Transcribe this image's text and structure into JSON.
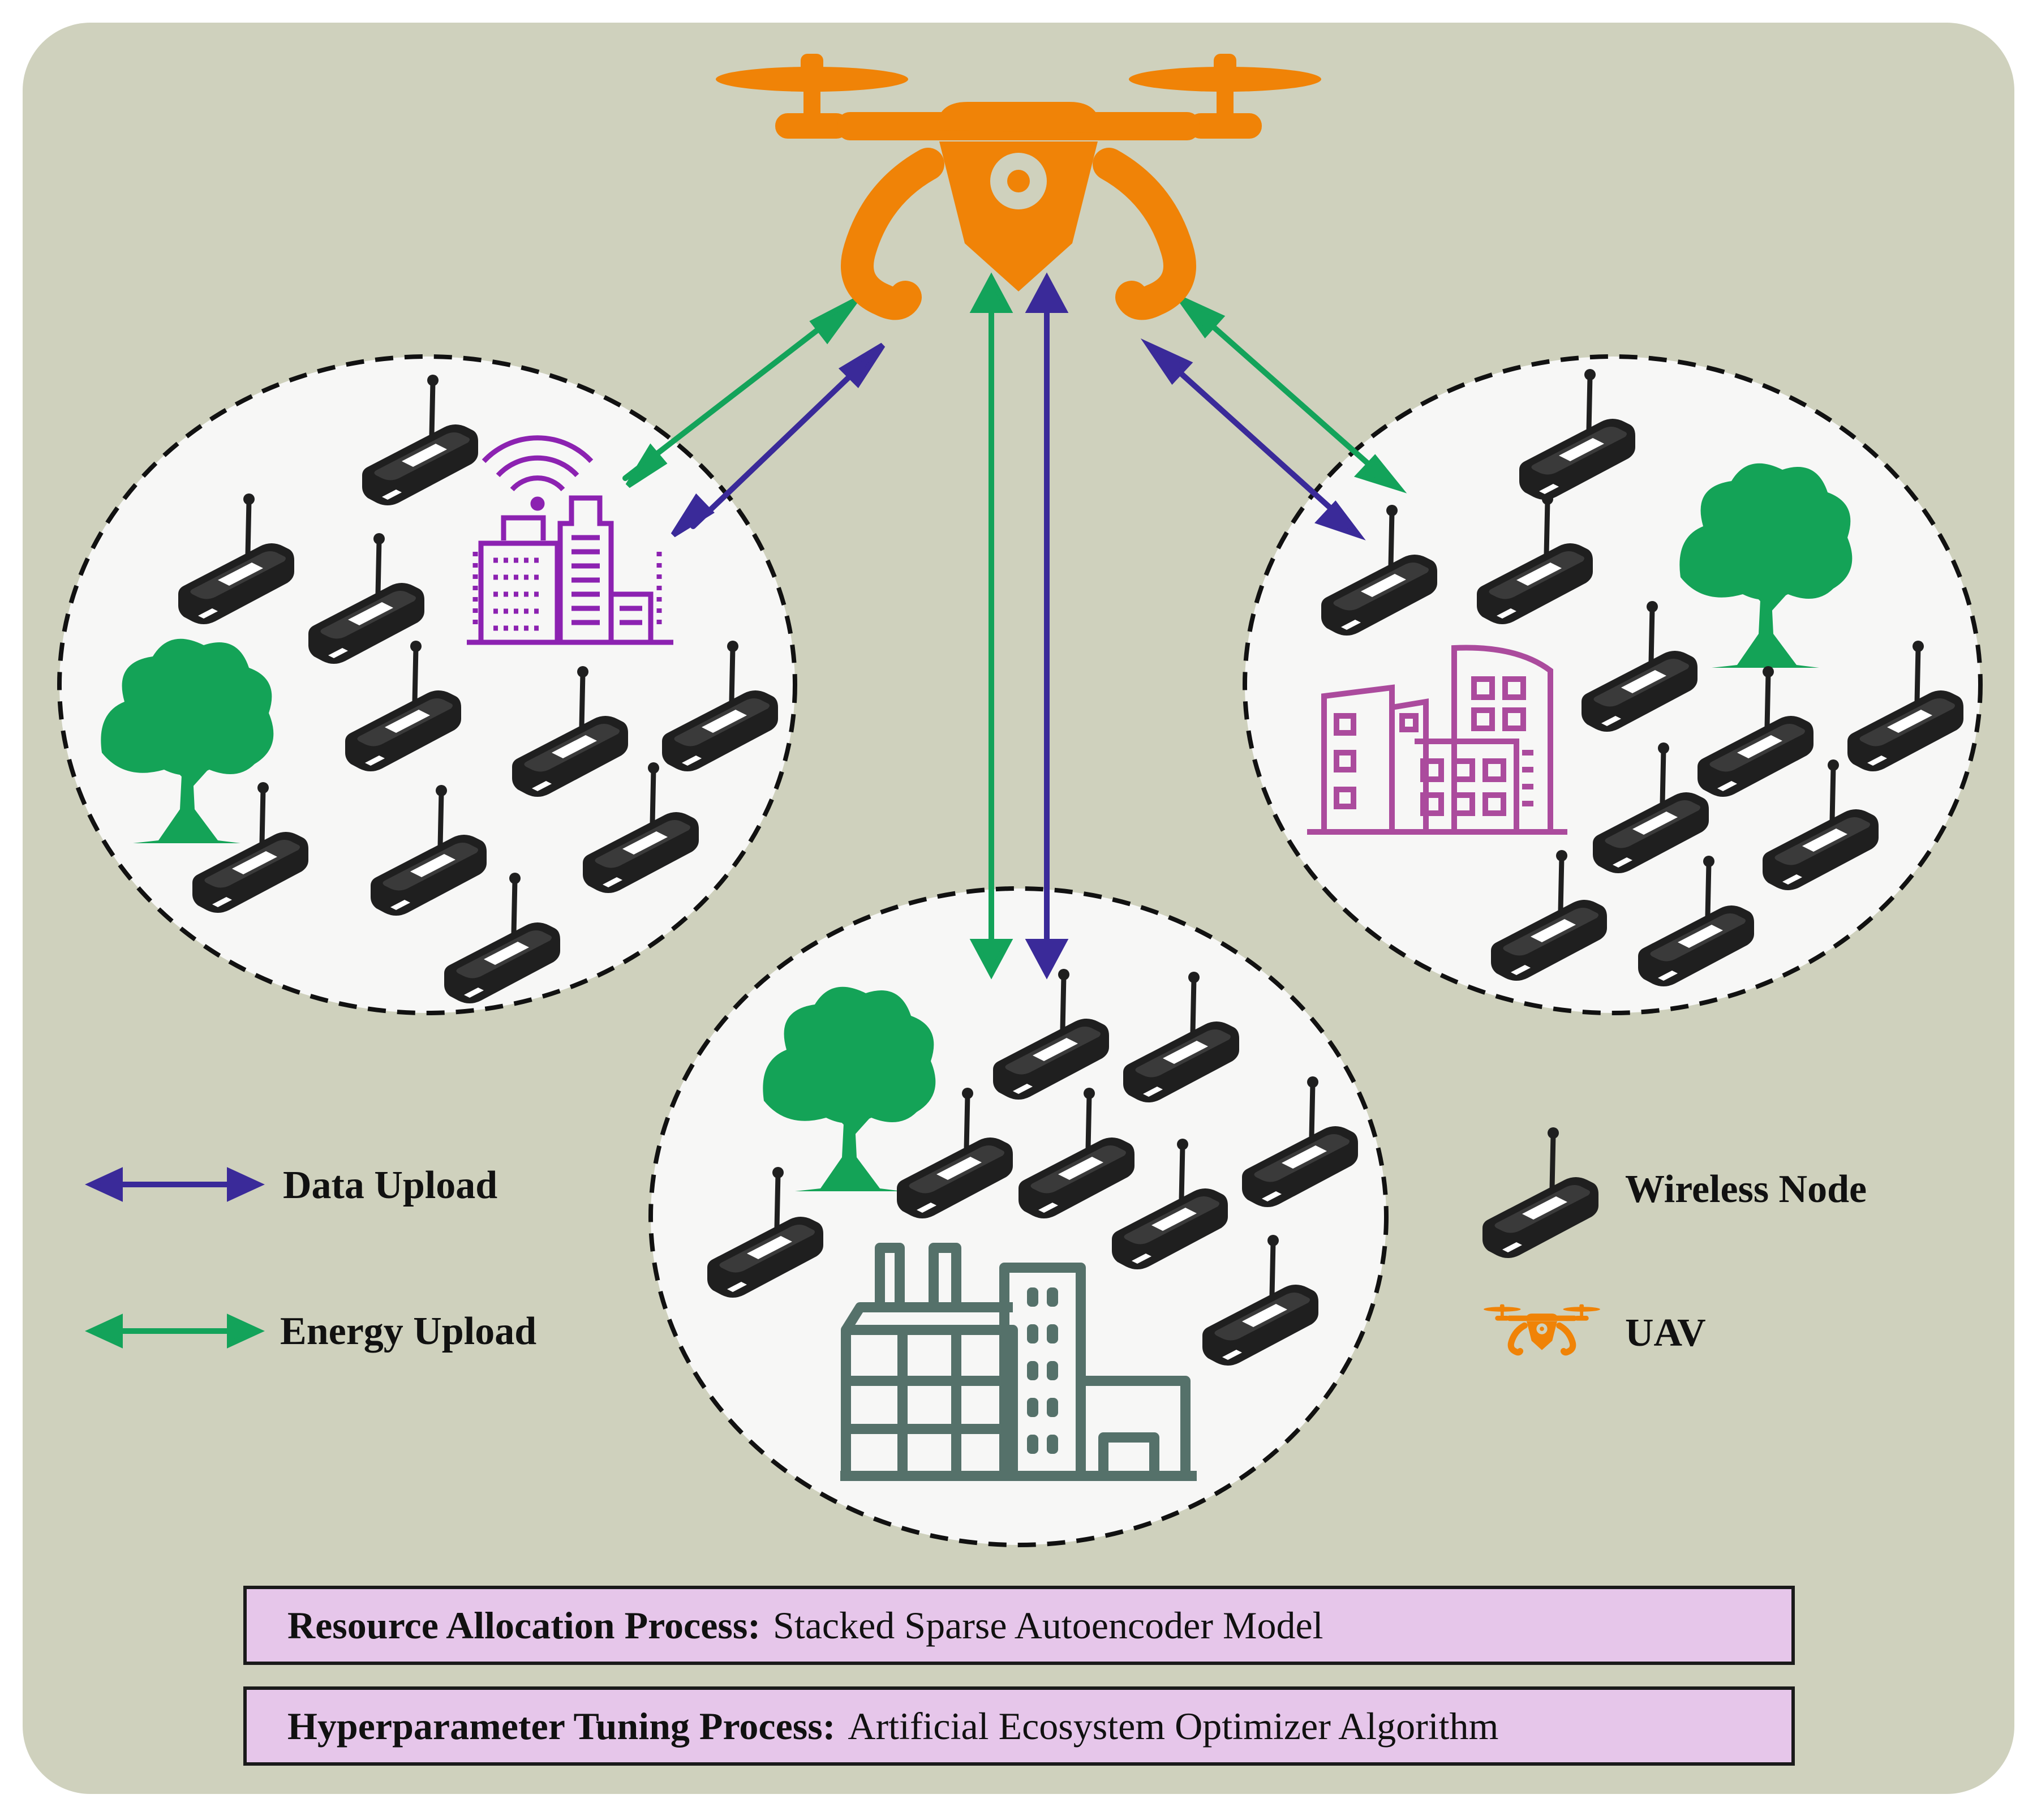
{
  "colors": {
    "background_panel": "#cfd1bd",
    "cluster_fill": "#f7f7f6",
    "uav": "#f08307",
    "data_arrow": "#3a2a99",
    "energy_arrow": "#13a35a",
    "node": "#1f1f1f",
    "tree": "#14a357",
    "smart_building": "#8c22b1",
    "apartment": "#ab4b9d",
    "factory": "#55716a",
    "process_bar_fill": "#e6c6ea"
  },
  "icons": {
    "uav": "drone-icon",
    "node": "wireless-node-icon",
    "tree": "tree-icon",
    "smart_building": "smart-city-building-icon",
    "apartment": "apartment-building-icon",
    "factory": "factory-icon"
  },
  "legend": {
    "data_upload": "Data Upload",
    "energy_upload": "Energy Upload",
    "wireless_node": "Wireless Node",
    "uav": "UAV"
  },
  "process_bars": [
    {
      "title": "Resource Allocation Process:",
      "value": "Stacked Sparse Autoencoder Model"
    },
    {
      "title": "Hyperparameter Tuning Process:",
      "value": "Artificial Ecosystem Optimizer Algorithm"
    }
  ]
}
